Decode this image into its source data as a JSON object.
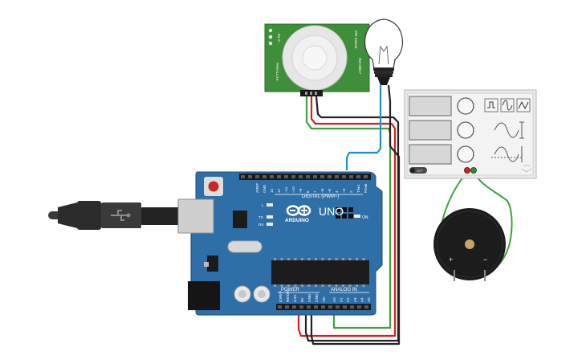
{
  "pir_sensor": {
    "title": "PIR Sensor",
    "pin_labels": "Ra G -",
    "brand": "PARALLAX",
    "part_number": "555-28027"
  },
  "arduino": {
    "logo": "ARDUINO",
    "model": "UNO",
    "on_label": "ON",
    "digital_header": "DIGITAL (PWM~)",
    "digital_pins": [
      "AREF",
      "GND",
      "13",
      "12",
      "~11",
      "~10",
      "~9",
      "8",
      "7",
      "~6",
      "~5",
      "4",
      "~3",
      "2",
      "TX▸1",
      "RX◂0"
    ],
    "power_header": "POWER",
    "power_pins": [
      "IOREF",
      "RESET",
      "3.3V",
      "5V",
      "GND",
      "GND",
      "Vin"
    ],
    "analog_header": "ANALOG IN",
    "analog_pins": [
      "A0",
      "A1",
      "A2",
      "A3",
      "A4",
      "A5"
    ],
    "led_labels": [
      "L",
      "TX",
      "RX"
    ]
  },
  "function_generator": {
    "off_label": "OFF"
  },
  "piezo": {
    "plus_label": "+",
    "minus_label": "−"
  },
  "wire_colors": {
    "green": "#3ea33e",
    "red": "#d42020",
    "black": "#222222",
    "blue": "#1e8fc8"
  },
  "colors": {
    "board": "#2f6fa8",
    "pir_pcb": "#3f8f3a"
  }
}
